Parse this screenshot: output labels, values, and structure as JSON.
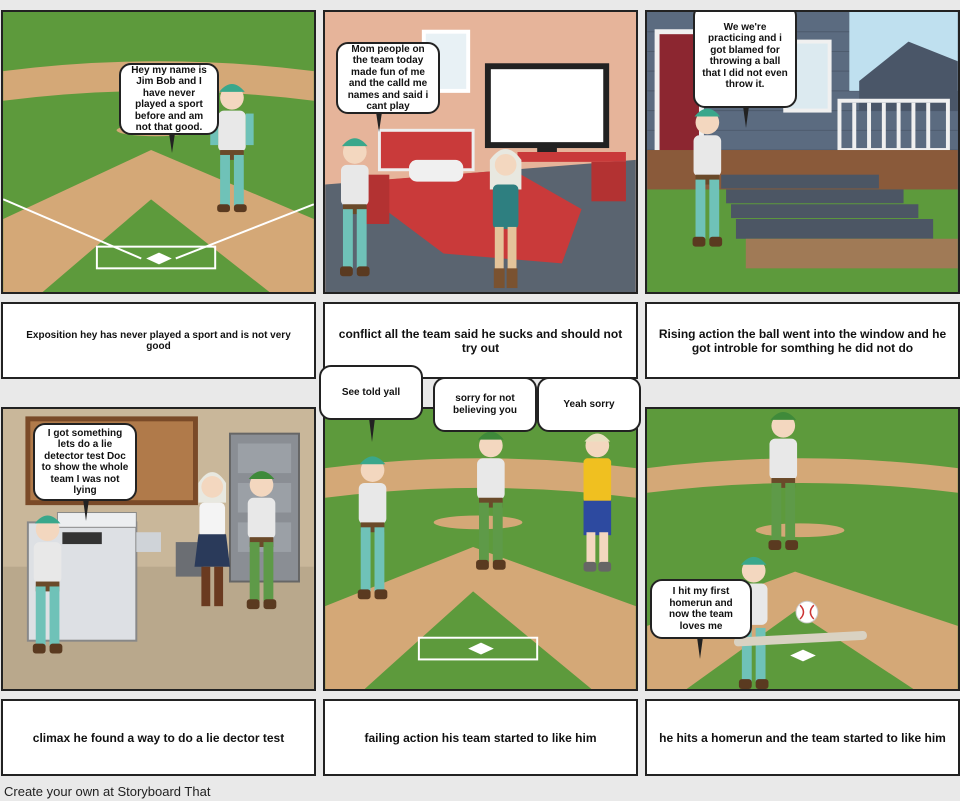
{
  "panels": [
    {
      "bubble": "Hey my name is Jim Bob and I have never played a sport before and am not that good.",
      "caption": "Exposition hey has never played a sport and is not very good"
    },
    {
      "bubble": "Mom people on the team today made fun of me and the calld me names and said i cant play",
      "caption": "conflict all the team said he sucks and should not try out"
    },
    {
      "bubble": "We we're practicing and i got blamed for throwing a ball that I did not even throw it.",
      "caption": "Rising action the ball went into the window and he got introble for somthing he did not do"
    },
    {
      "bubble": "I got something lets do a lie detector test Doc to show the whole team I was not lying",
      "caption": "climax  he found a way to do a lie dector test"
    },
    {
      "bubbles": [
        "See  told yall",
        "sorry for not believing you",
        "Yeah sorry"
      ],
      "caption": "failing action his team started to like him"
    },
    {
      "bubble": "I hit my first homerun and now the team loves me",
      "caption": "he hits a homerun and the team started to like him"
    }
  ],
  "footer": "Create your own at Storyboard That",
  "colors": {
    "grass": "#5d9a3c",
    "dirt": "#d4a877",
    "wall_room": "#e6b49a",
    "house_siding": "#5b6b80",
    "office_wall": "#c9b79a"
  }
}
